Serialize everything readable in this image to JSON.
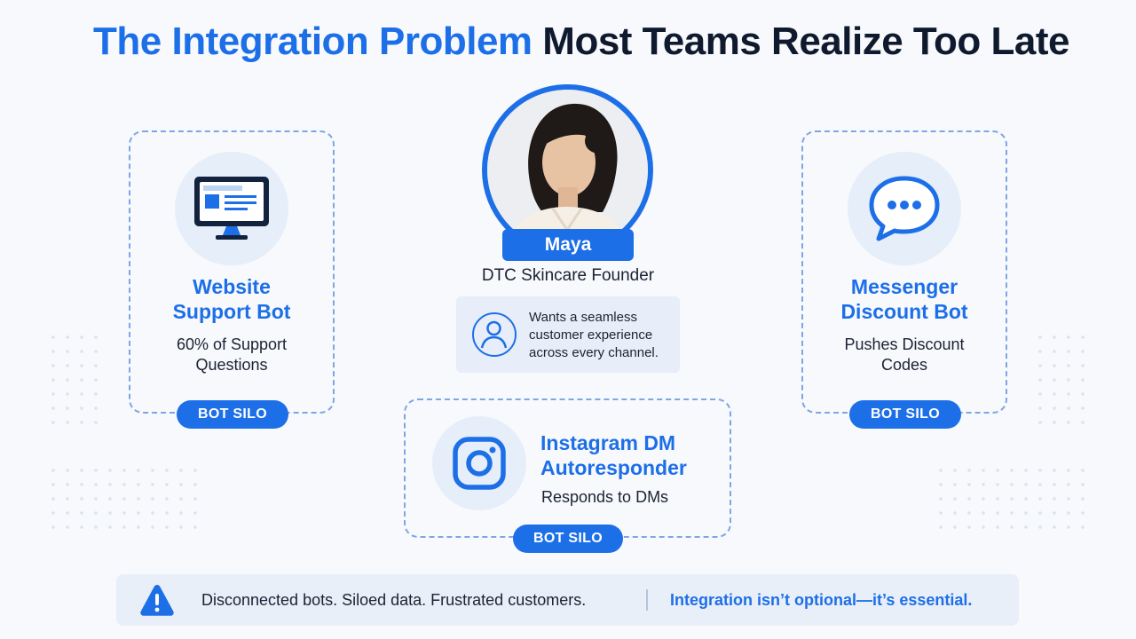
{
  "title": {
    "highlight": "The Integration Problem",
    "rest": "Most Teams Realize Too Late"
  },
  "persona": {
    "name": "Maya",
    "role": "DTC Skincare Founder",
    "goal": "Wants a seamless customer experience across every channel."
  },
  "cards": {
    "website": {
      "title": "Website Support Bot",
      "desc": "60% of Support Questions",
      "badge": "BOT SILO",
      "icon": "monitor-icon"
    },
    "messenger": {
      "title": "Messenger Discount Bot",
      "desc": "Pushes Discount Codes",
      "badge": "BOT SILO",
      "icon": "chat-bubble-icon"
    },
    "instagram": {
      "title": "Instagram DM Autoresponder",
      "desc": "Responds to DMs",
      "badge": "BOT SILO",
      "icon": "instagram-icon"
    }
  },
  "footer": {
    "problem": "Disconnected bots. Siloed data. Frustrated customers.",
    "message": "Integration isn’t optional—it’s essential.",
    "icon": "warning-icon"
  },
  "colors": {
    "accent": "#1d6fe8",
    "dark_text": "#0f1a2e",
    "card_border": "#7fa6e4",
    "icon_bg": "#e6eef9",
    "background": "#f7f9fc"
  }
}
